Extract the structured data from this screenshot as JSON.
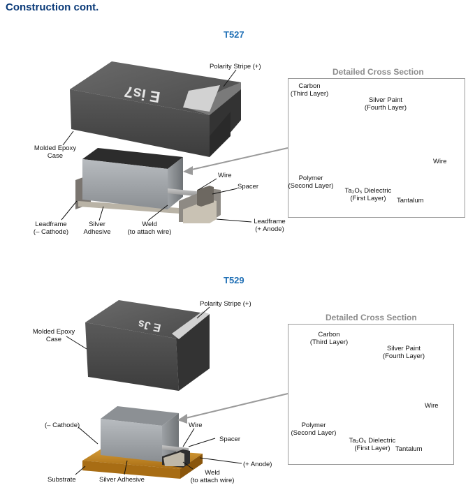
{
  "heading": "Construction cont.",
  "t527": {
    "model": "T527",
    "case_marking": "E is7",
    "labels": {
      "polarity_stripe": "Polarity Stripe (+)",
      "molded_epoxy_1": "Molded Epoxy",
      "molded_epoxy_2": "Case",
      "wire": "Wire",
      "spacer": "Spacer",
      "leadframe_cathode_1": "Leadframe",
      "leadframe_cathode_2": "(– Cathode)",
      "silver_adhesive_1": "Silver",
      "silver_adhesive_2": "Adhesive",
      "weld_1": "Weld",
      "weld_2": "(to attach wire)",
      "leadframe_anode_1": "Leadframe",
      "leadframe_anode_2": "(+ Anode)"
    },
    "cross_section": {
      "title": "Detailed Cross Section",
      "carbon_1": "Carbon",
      "carbon_2": "(Third Layer)",
      "silver_paint_1": "Silver Paint",
      "silver_paint_2": "(Fourth Layer)",
      "wire": "Wire",
      "polymer_1": "Polymer",
      "polymer_2": "(Second Layer)",
      "dielectric_1": "Ta₂O₅ Dielectric",
      "dielectric_2": "(First Layer)",
      "tantalum": "Tantalum"
    }
  },
  "t529": {
    "model": "T529",
    "case_marking": "E Js",
    "labels": {
      "polarity_stripe": "Polarity Stripe (+)",
      "molded_epoxy_1": "Molded Epoxy",
      "molded_epoxy_2": "Case",
      "cathode": "(– Cathode)",
      "wire": "Wire",
      "spacer": "Spacer",
      "anode": "(+ Anode)",
      "weld_1": "Weld",
      "weld_2": "(to attach wire)",
      "substrate": "Substrate",
      "silver_adhesive": "Silver Adhesive"
    },
    "cross_section": {
      "title": "Detailed Cross Section",
      "carbon_1": "Carbon",
      "carbon_2": "(Third Layer)",
      "silver_paint_1": "Silver Paint",
      "silver_paint_2": "(Fourth Layer)",
      "wire": "Wire",
      "polymer_1": "Polymer",
      "polymer_2": "(Second Layer)",
      "dielectric_1": "Ta₂O₅ Dielectric",
      "dielectric_2": "(First Layer)",
      "tantalum": "Tantalum"
    }
  }
}
